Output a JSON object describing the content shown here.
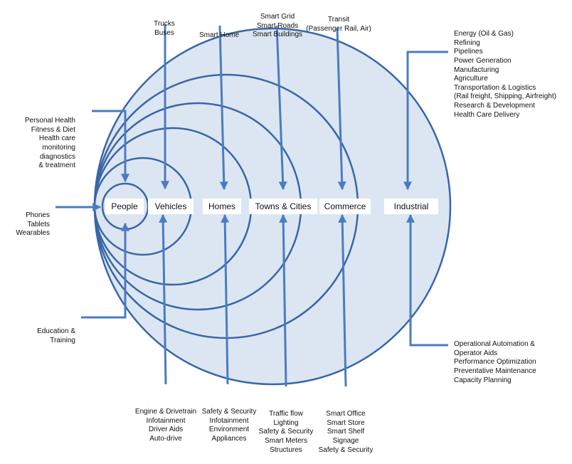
{
  "rings": [
    {
      "name": "People"
    },
    {
      "name": "Vehicles"
    },
    {
      "name": "Homes"
    },
    {
      "name": "Towns & Cities"
    },
    {
      "name": "Commerce"
    },
    {
      "name": "Industrial"
    }
  ],
  "callouts": {
    "vehicles_top": [
      "Trucks",
      "Buses"
    ],
    "homes_top": [
      "Smart Home"
    ],
    "towns_top": [
      "Smart Grid",
      "Smart Roads",
      "Smart Buildings"
    ],
    "commerce_top": [
      "Transit",
      "(Passenger Rail, Air)"
    ],
    "industrial_top": [
      "Energy (Oil & Gas)",
      "Refining",
      "Pipelines",
      "Power Generation",
      "Manufacturing",
      "Agriculture",
      "Transportation & Logistics",
      "(Rail freight, Shipping, Airfreight)",
      "Research & Development",
      "Health Care Delivery"
    ],
    "people_top": [
      "Personal Health",
      "Fitness & Diet",
      "Health care",
      "monitoring",
      "diagnostics",
      "& treatment"
    ],
    "people_left": [
      "Phones",
      "Tablets",
      "Wearables"
    ],
    "people_bottom": [
      "Education &",
      "Training"
    ],
    "vehicles_bottom": [
      "Engine & Drivetrain",
      "Infotainment",
      "Driver Aids",
      "Auto-drive"
    ],
    "homes_bottom": [
      "Safety & Security",
      "Infotainment",
      "Environment",
      "Appliances"
    ],
    "towns_bottom": [
      "Traffic flow",
      "Lighting",
      "Safety & Security",
      "Smart Meters",
      "Structures"
    ],
    "commerce_bottom": [
      "Smart Office",
      "Smart Store",
      "Smart Shelf",
      "Signage",
      "Safety & Security"
    ],
    "industrial_bottom": [
      "Operational Automation &",
      "Operator Aids",
      "Performance Optimization",
      "Preventative Maintenance",
      "Capacity Planning"
    ]
  },
  "colors": {
    "ring_fill": "#dce6f2",
    "ring_stroke": "#3a66a7",
    "arrow": "#4a7cc0"
  }
}
